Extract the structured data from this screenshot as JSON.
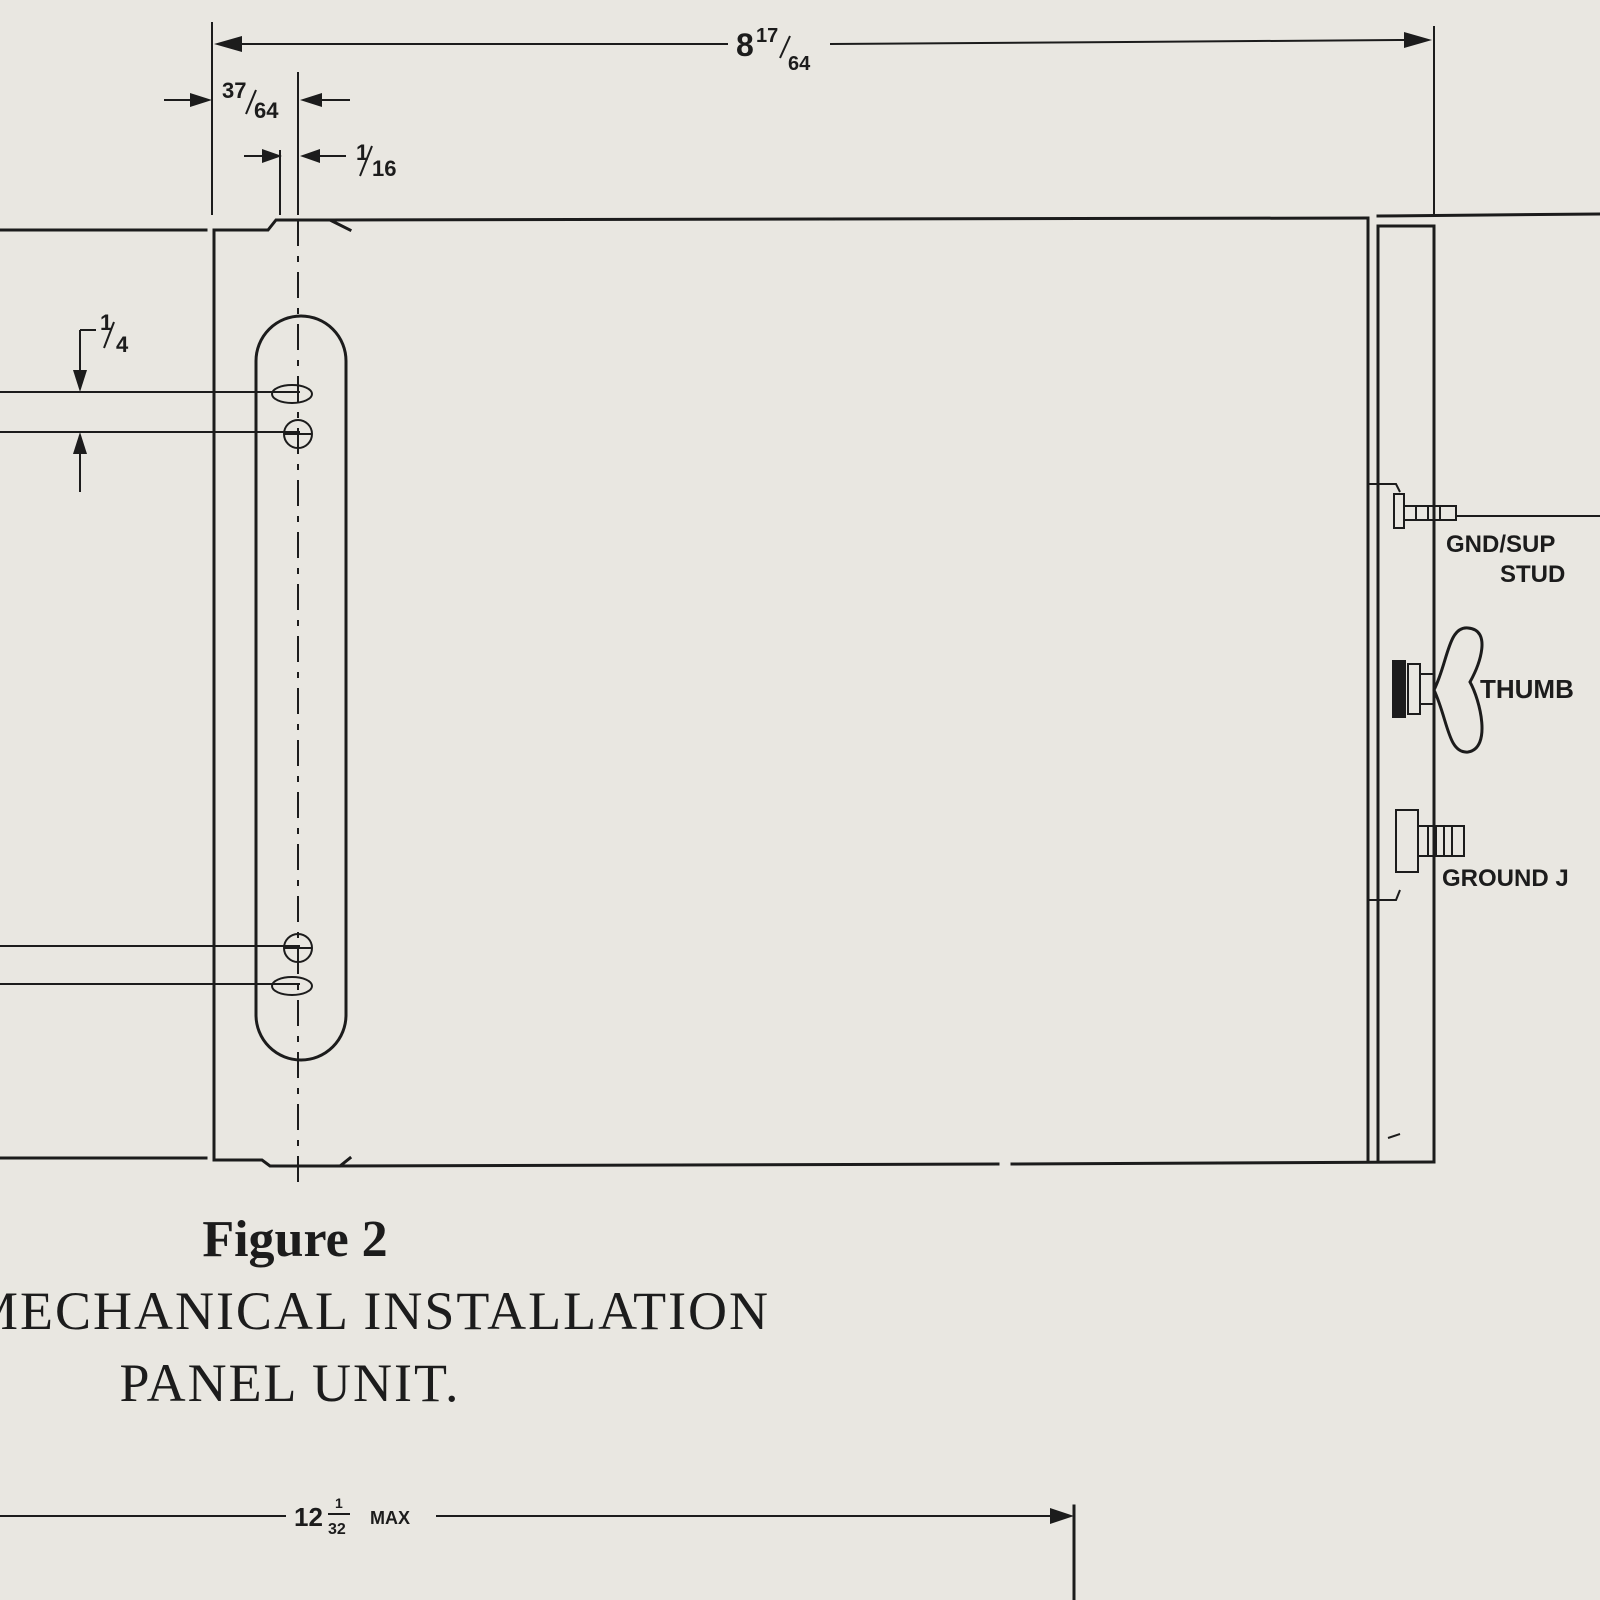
{
  "dimensions": {
    "overall_width": {
      "whole": "8",
      "num": "17",
      "den": "64"
    },
    "flange_width": {
      "num": "37",
      "den": "64"
    },
    "slot_offset": {
      "num": "1",
      "den": "16"
    },
    "hole_spacing": {
      "num": "1",
      "den": "4"
    },
    "overall_length": {
      "whole": "12",
      "num": "1",
      "den": "32",
      "suffix": "MAX"
    }
  },
  "callouts": {
    "gnd_stud_line1": "GND/SUP",
    "gnd_stud_line2": "STUD",
    "thumb": "THUMB",
    "ground": "GROUND J"
  },
  "caption": {
    "title": "Figure 2",
    "line1": "MECHANICAL INSTALLATION",
    "line2": "PANEL UNIT."
  },
  "colors": {
    "paper": "#e9e7e1",
    "ink": "#1c1c1c"
  }
}
